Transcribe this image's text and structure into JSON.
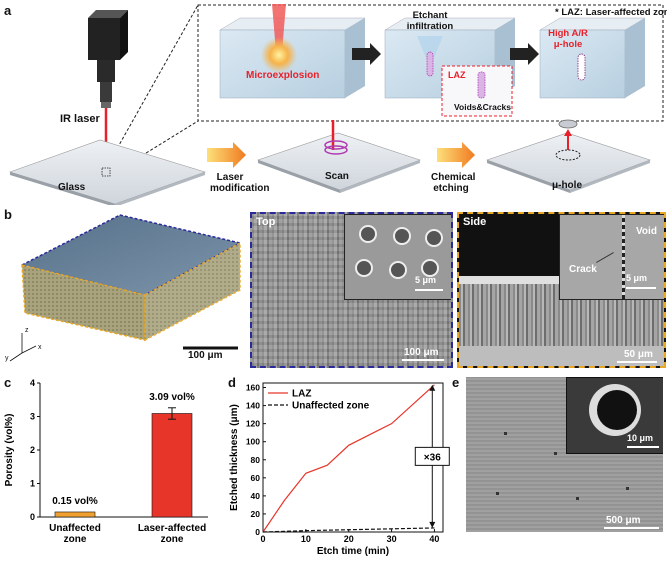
{
  "panel_labels": {
    "a": "a",
    "b": "b",
    "c": "c",
    "d": "d",
    "e": "e"
  },
  "panel_a": {
    "ir_laser": "IR laser",
    "glass": "Glass",
    "laser_modification_1": "Laser",
    "laser_modification_2": "modification",
    "scan": "Scan",
    "chemical_etching_1": "Chemical",
    "chemical_etching_2": "etching",
    "mu_hole": "μ-hole",
    "laz_note": "* LAZ: Laser-affected zone",
    "microexplosion": "Microexplosion",
    "etchant_1": "Etchant",
    "etchant_2": "infiltration",
    "laz": "LAZ",
    "voids_cracks": "Voids&Cracks",
    "high_ar_1": "High A/R",
    "high_ar_2": "μ-hole"
  },
  "panel_b": {
    "scale_3d": "100 μm",
    "axis_z": "z",
    "axis_y": "y",
    "axis_x": "x",
    "top_label": "Top",
    "top_inset_scale": "5 μm",
    "top_scale": "100 μm",
    "side_label": "Side",
    "void": "Void",
    "crack": "Crack",
    "side_inset_scale": "5 μm",
    "side_scale": "50 μm"
  },
  "panel_e": {
    "inset_scale": "10 μm",
    "scale": "500 μm"
  },
  "chart_data": [
    {
      "type": "bar",
      "ylabel": "Porosity (vol%)",
      "categories": [
        "Unaffected zone",
        "Laser-affected zone"
      ],
      "category_lines": [
        [
          "Unaffected",
          "zone"
        ],
        [
          "Laser-affected",
          "zone"
        ]
      ],
      "values": [
        0.15,
        3.09
      ],
      "errors": [
        0,
        0.17
      ],
      "value_labels": [
        "0.15 vol%",
        "3.09 vol%"
      ],
      "ylim": [
        0,
        4
      ],
      "yticks": [
        0,
        1,
        2,
        3,
        4
      ],
      "colors": [
        "#f0a030",
        "#e8352a"
      ]
    },
    {
      "type": "line",
      "xlabel": "Etch time (min)",
      "ylabel": "Etched thickness (μm)",
      "xlim": [
        0,
        42
      ],
      "ylim": [
        0,
        165
      ],
      "xticks": [
        0,
        10,
        20,
        30,
        40
      ],
      "yticks": [
        0,
        20,
        40,
        60,
        80,
        100,
        120,
        140,
        160
      ],
      "series": [
        {
          "name": "LAZ",
          "x": [
            0,
            5,
            10,
            15,
            20,
            30,
            40
          ],
          "y": [
            0,
            35,
            65,
            74,
            96,
            120,
            163
          ],
          "color": "#e8352a",
          "dash": false
        },
        {
          "name": "Unaffected zone",
          "x": [
            0,
            10,
            20,
            30,
            40
          ],
          "y": [
            0,
            1.5,
            2.5,
            3.5,
            4.5
          ],
          "color": "#111111",
          "dash": true
        }
      ],
      "annotation": "×36",
      "legend": "top-left"
    }
  ]
}
